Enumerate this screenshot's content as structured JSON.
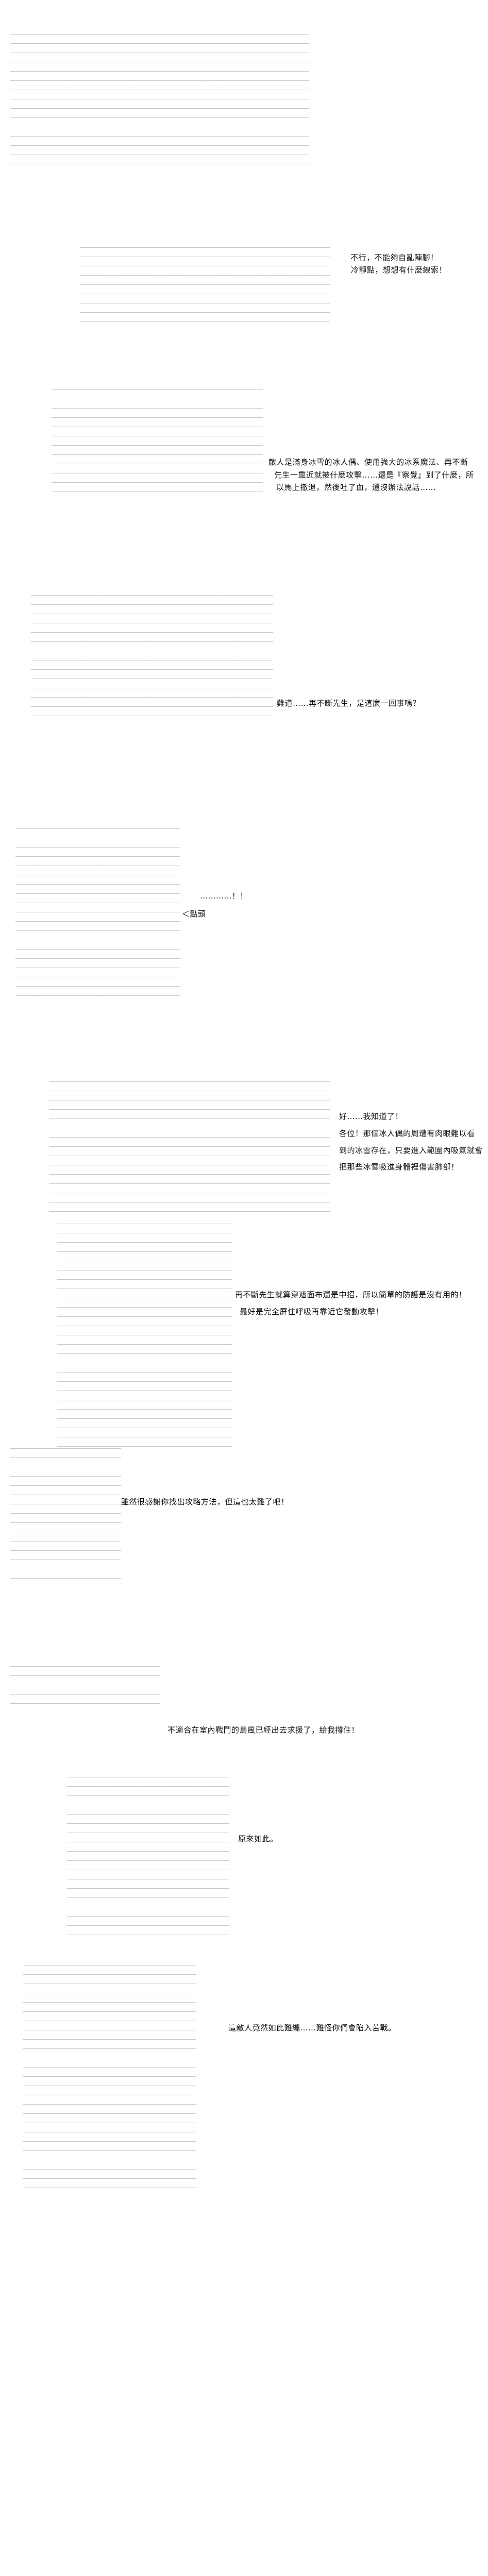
{
  "dialogue": {
    "p2": [
      "不行，不能夠自亂陣腳！",
      "冷靜點，想想有什麼線索！"
    ],
    "p3": [
      "敵人是滿身冰雪的冰人偶、使用強大的冰系魔法、再不斷",
      "先生一靠近就被什麼攻擊……還是『察覺』到了什麼，所",
      "以馬上撤退，然後吐了血，還沒辦法說話……"
    ],
    "p4": [
      "難道……再不斷先生，是這麼一回事嗎？"
    ],
    "p5": [
      "…………！！",
      "＜點頭"
    ],
    "p7": [
      "好……我知道了！",
      "各位！那個冰人偶的周遭有肉眼難以看",
      "到的冰雪存在，只要進入範圍內吸氣就會",
      "把那些冰雪吸進身體裡傷害肺部！"
    ],
    "p8": [
      "再不斷先生就算穿遮面布還是中招，所以簡單的防護是沒有用的！",
      "最好是完全屏住呼吸再靠近它發動攻擊！"
    ],
    "p9": [
      "雖然很感謝你找出攻略方法，但這也太難了吧！"
    ],
    "p10": [
      "不適合在室內戰鬥的島風已經出去求援了，給我撐住！"
    ],
    "p11": [
      "原來如此。"
    ],
    "p12": [
      "這敵人竟然如此難纏……難怪你們會陷入苦戰。"
    ]
  }
}
